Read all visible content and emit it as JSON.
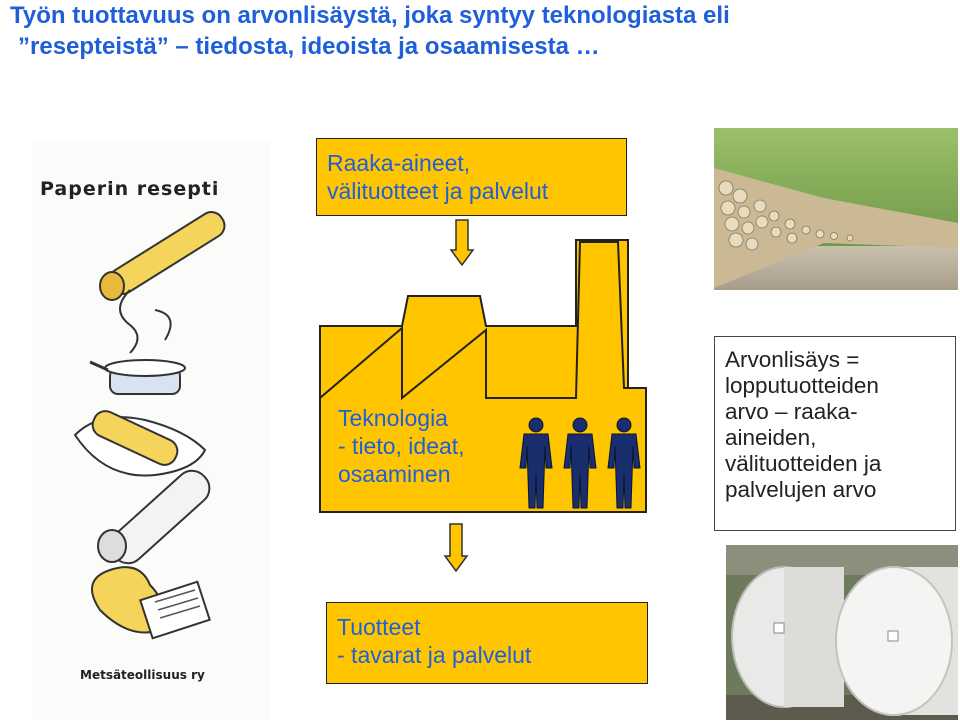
{
  "title": {
    "line1": "Työn tuottavuus on arvonlisäystä, joka syntyy teknologiasta eli",
    "line2": "”resepteistä” – tiedosta, ideoista ja osaamisesta …"
  },
  "raw_box": {
    "line1": "Raaka-aineet,",
    "line2": "välituotteet  ja palvelut"
  },
  "factory": {
    "line1": "Teknologia",
    "line2": "- tieto, ideat,",
    "line3": "osaaminen"
  },
  "products_box": {
    "line1": "Tuotteet",
    "line2": "- tavarat ja palvelut"
  },
  "value_box": {
    "line1": "Arvonlisäys =",
    "line2": "lopputuotteiden",
    "line3": "arvo – raaka-",
    "line4": "aineiden,",
    "line5": "välituotteiden ja",
    "line6": "palvelujen arvo"
  },
  "left_panel": {
    "heading": "Paperin resepti",
    "logo": "Metsäteollisuus ry"
  },
  "colors": {
    "title": "#1f5fd8",
    "box_fill": "#ffc600",
    "worker": "#1a2e6e"
  }
}
